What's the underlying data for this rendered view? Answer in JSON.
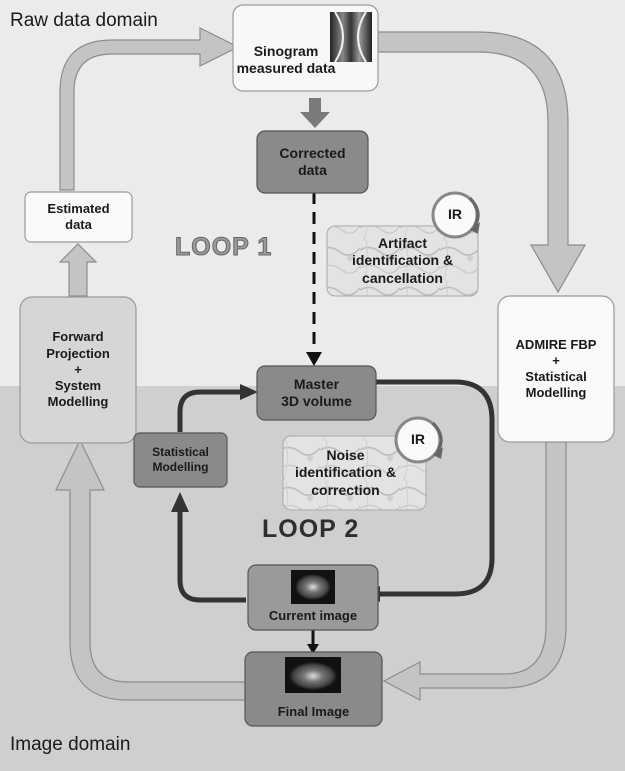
{
  "domains": {
    "raw": "Raw data domain",
    "image": "Image domain"
  },
  "loops": {
    "loop1": "LOOP 1",
    "loop2": "LOOP 2"
  },
  "nodes": {
    "sinogram": "Sinogram\nmeasured data",
    "corrected": "Corrected\ndata",
    "estimated": "Estimated\ndata",
    "forward": "Forward\nProjection\n+\nSystem\nModelling",
    "admire": "ADMIRE FBP\n+\nStatistical\nModelling",
    "artifact": "Artifact\nidentification &\ncancellation",
    "master": "Master\n3D volume",
    "statistical": "Statistical\nModelling",
    "noise": "Noise\nidentification &\ncorrection",
    "current": "Current image",
    "final": "Final Image"
  },
  "badges": {
    "ir_top": "IR",
    "ir_bottom": "IR"
  },
  "colors": {
    "raw_bg": "#ebebeb",
    "image_bg": "#cfcfcf",
    "light_box": "#d6d6d6",
    "dark_box": "#8a8a8a",
    "arrow_light": "#c4c4c4",
    "arrow_dark": "#333333"
  }
}
